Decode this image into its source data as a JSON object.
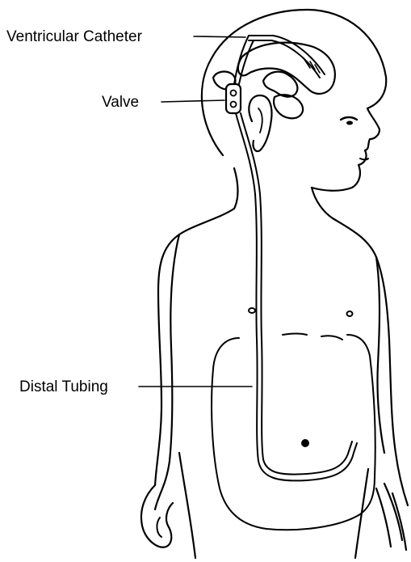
{
  "labels": {
    "ventricular_catheter": "Ventricular Catheter",
    "valve": "Valve",
    "distal_tubing": "Distal Tubing"
  },
  "colors": {
    "ink": "#000000",
    "paper": "#ffffff"
  }
}
